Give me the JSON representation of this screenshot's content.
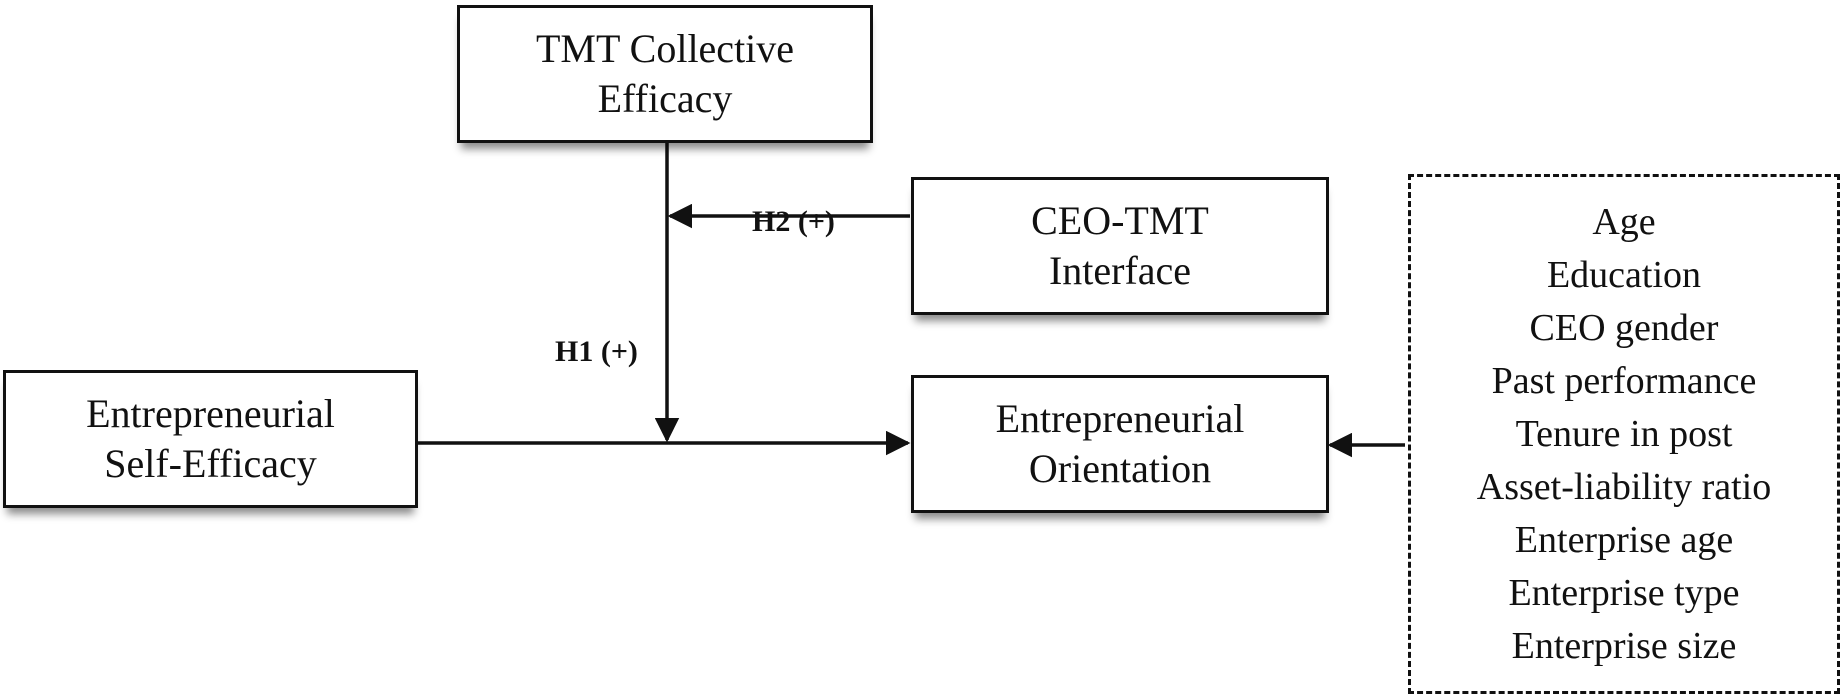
{
  "boxes": {
    "tmt": [
      "TMT Collective",
      "Efficacy"
    ],
    "ceo": [
      "CEO-TMT",
      "Interface"
    ],
    "ese": [
      "Entrepreneurial",
      "Self-Efficacy"
    ],
    "eo": [
      "Entrepreneurial",
      "Orientation"
    ]
  },
  "labels": {
    "h1": "H1 (+)",
    "h2": "H2 (+)"
  },
  "controls": [
    "Age",
    "Education",
    "CEO gender",
    "Past performance",
    "Tenure in post",
    "Asset-liability ratio",
    "Enterprise age",
    "Enterprise type",
    "Enterprise size"
  ]
}
